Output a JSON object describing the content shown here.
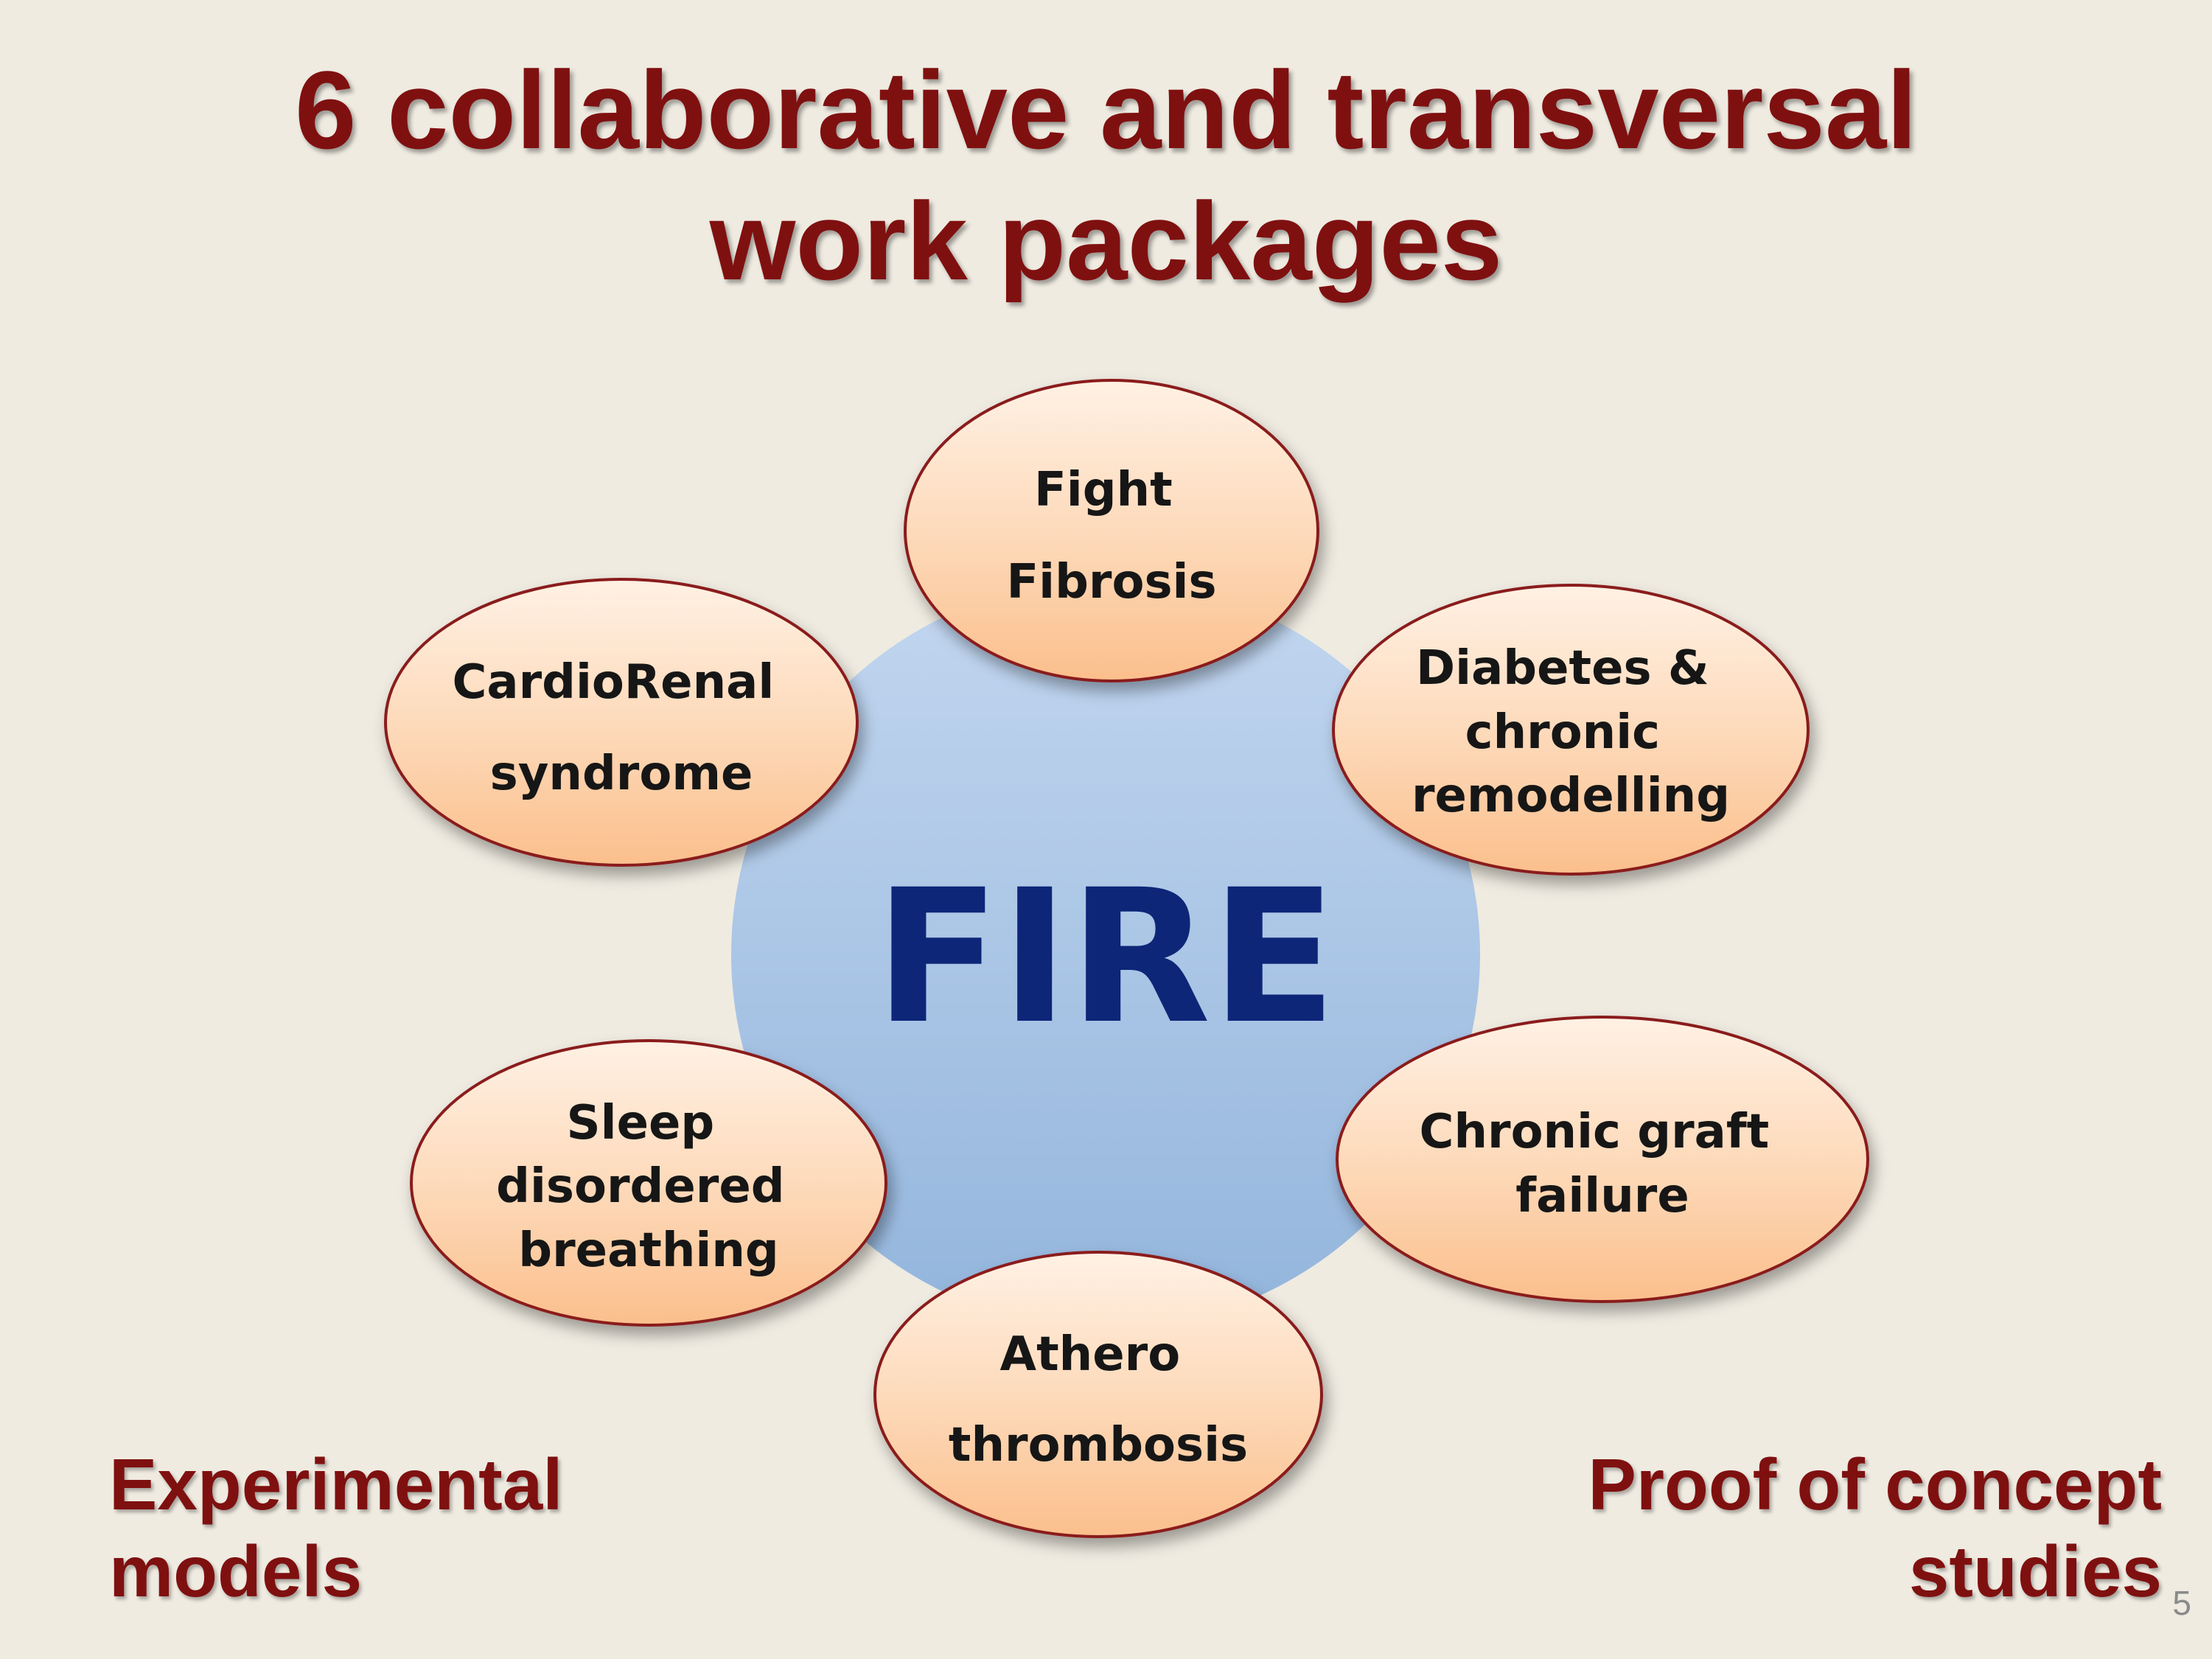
{
  "title": {
    "line1": "6 collaborative and transversal",
    "line2": "work packages"
  },
  "colors": {
    "title": "#7f1010",
    "center_fill_top": "#c2d6ef",
    "center_fill_bottom": "#93b5dc",
    "center_text": "#0d2678",
    "node_fill_top": "#fff1e4",
    "node_fill_bottom": "#fbbf8c",
    "node_stroke": "#8a1c1c",
    "background": "#efebe1"
  },
  "center": {
    "label": "FIRE"
  },
  "nodes": [
    {
      "id": "fight-fibrosis",
      "lines": [
        "Fight",
        "Fibrosis"
      ]
    },
    {
      "id": "diabetes",
      "lines": [
        "Diabetes &",
        "chronic",
        "remodelling"
      ]
    },
    {
      "id": "chronic-graft",
      "lines": [
        "Chronic graft",
        "failure"
      ]
    },
    {
      "id": "athero",
      "lines": [
        "Athero",
        "thrombosis"
      ]
    },
    {
      "id": "sleep",
      "lines": [
        "Sleep",
        "disordered",
        "breathing"
      ]
    },
    {
      "id": "cardiorenal",
      "lines": [
        "CardioRenal",
        "syndrome"
      ]
    }
  ],
  "left_note": {
    "line1": "Experimental",
    "line2": "models"
  },
  "right_note": {
    "line1": "Proof of concept",
    "line2": "studies"
  },
  "page_number": "5"
}
